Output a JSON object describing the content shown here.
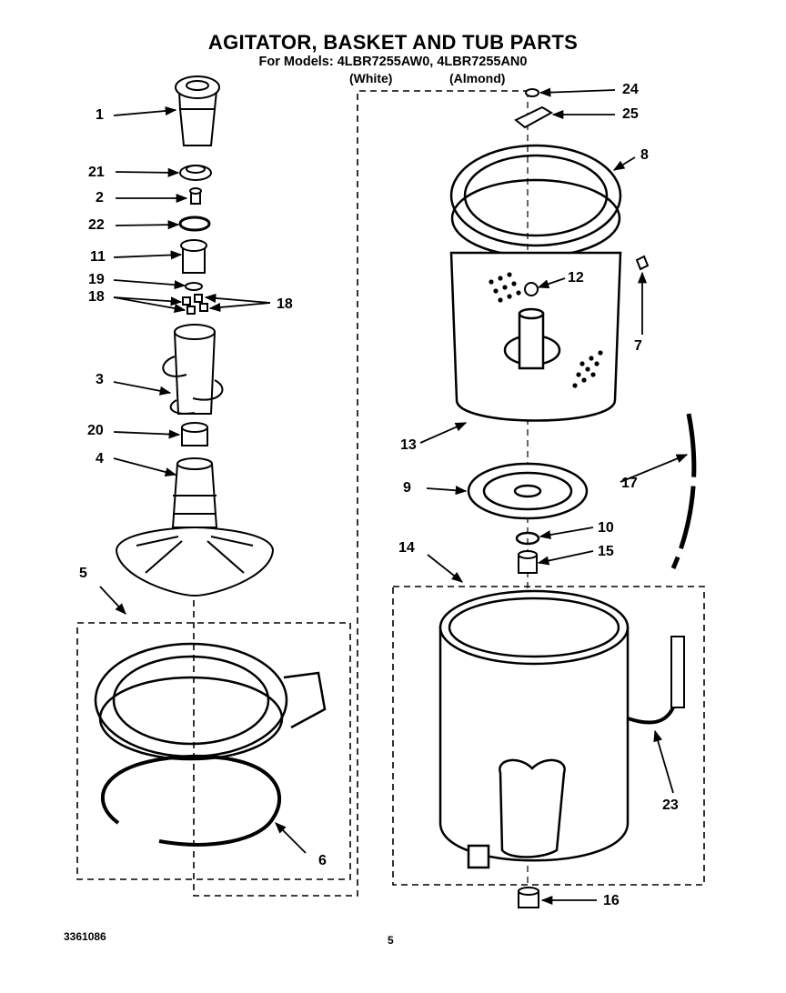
{
  "header": {
    "title": "AGITATOR, BASKET AND TUB PARTS",
    "models": "For Models: 4LBR7255AW0, 4LBR7255AN0",
    "color_white": "(White)",
    "color_almond": "(Almond)"
  },
  "callouts": {
    "p1": "1",
    "p21": "21",
    "p2": "2",
    "p22": "22",
    "p11": "11",
    "p19": "19",
    "p18a": "18",
    "p18b": "18",
    "p3": "3",
    "p20": "20",
    "p4": "4",
    "p5": "5",
    "p6": "6",
    "p24": "24",
    "p25": "25",
    "p8": "8",
    "p12": "12",
    "p7": "7",
    "p13": "13",
    "p17": "17",
    "p9": "9",
    "p10": "10",
    "p14": "14",
    "p15": "15",
    "p23": "23",
    "p16": "16"
  },
  "footer": {
    "doc_number": "3361086",
    "page_number": "5"
  }
}
